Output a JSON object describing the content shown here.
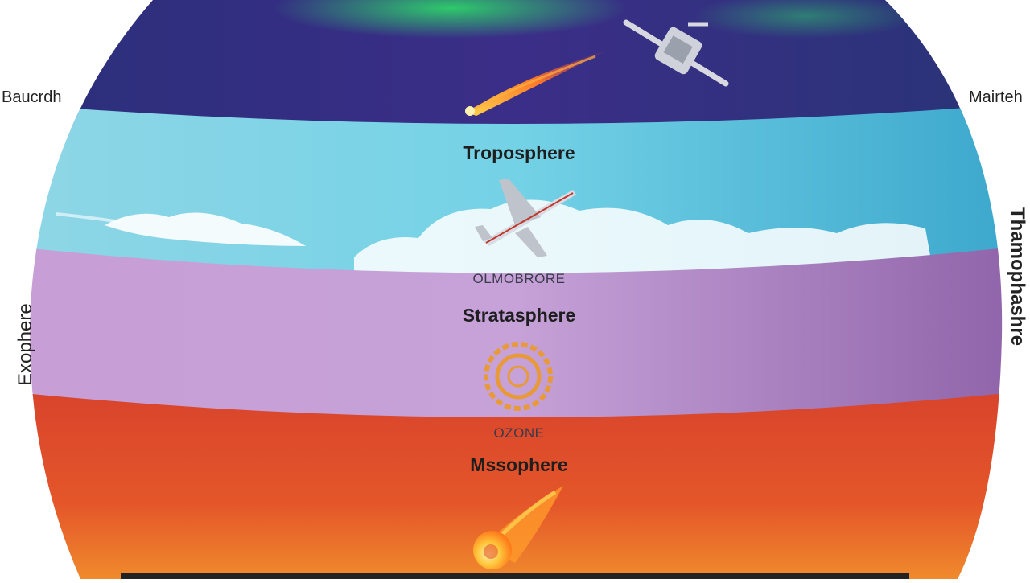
{
  "side_labels": {
    "left_top": "Baucrdh",
    "right_top": "Mairteh",
    "left_vertical": "Exophere",
    "right_vertical": "Thamophashre"
  },
  "layers": [
    {
      "id": "upper",
      "title": "",
      "sub": "",
      "color": "#3a2f8a"
    },
    {
      "id": "troposphere",
      "title": "Troposphere",
      "sub": "OLMOBRORE",
      "color": "#6fd0e8"
    },
    {
      "id": "stratosphere",
      "title": "Stratasphere",
      "sub": "OZONE",
      "color": "#c49ed4"
    },
    {
      "id": "mesosphere",
      "title": "Mssophere",
      "sub": "",
      "color": "#e04a2a"
    }
  ],
  "icons": [
    "aurora-icon",
    "satellite-icon",
    "meteor-icon",
    "cloud-icon",
    "airplane-icon",
    "ozone-icon",
    "fireball-icon"
  ]
}
